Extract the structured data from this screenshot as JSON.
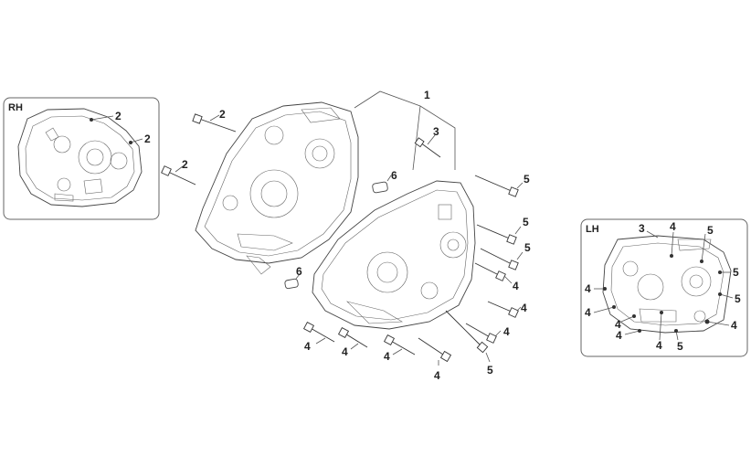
{
  "insets": {
    "rh": {
      "title": "RH",
      "labels": [
        "2",
        "2"
      ]
    },
    "lh": {
      "title": "LH",
      "labels": [
        "3",
        "4",
        "5",
        "4",
        "5",
        "4",
        "5",
        "4",
        "4",
        "4",
        "5",
        "4"
      ]
    }
  },
  "main": {
    "labels": [
      "1",
      "2",
      "2",
      "3",
      "6",
      "6",
      "5",
      "5",
      "5",
      "4",
      "4",
      "4",
      "4",
      "4",
      "4",
      "4",
      "5"
    ]
  }
}
